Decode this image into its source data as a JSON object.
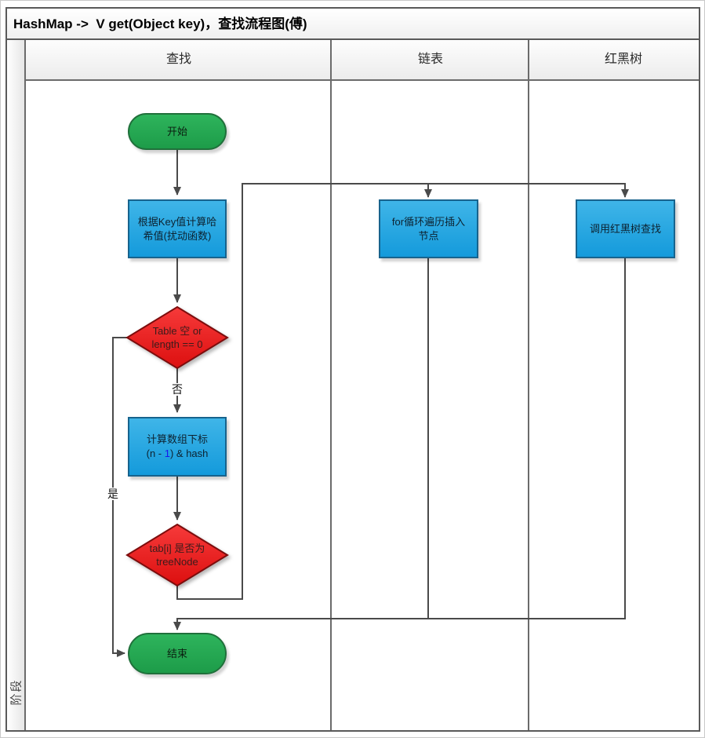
{
  "title": "HashMap ->  V get(Object key)，查找流程图(傅)",
  "pool": {
    "phase_label": "阶段",
    "lanes": [
      {
        "label": "查找"
      },
      {
        "label": "链表"
      },
      {
        "label": "红黑树"
      }
    ]
  },
  "nodes": {
    "start": {
      "label": "开始"
    },
    "hash_calc": {
      "line1": "根据Key值计算哈",
      "line2": "希值(扰动函数)"
    },
    "table_check": {
      "line1": "Table 空 or",
      "line2": "length == 0"
    },
    "index_calc": {
      "line1": "计算数组下标",
      "line2_pre": "(n - ",
      "line2_num": "1",
      "line2_post": ") & hash"
    },
    "treenode_check": {
      "line1": "tab[i] 是否为",
      "line2": "treeNode"
    },
    "end": {
      "label": "结束"
    },
    "linked_list_loop": {
      "line1": "for循环遍历插入",
      "line2": "节点"
    },
    "rbtree_search": {
      "label": "调用红黑树查找"
    }
  },
  "edge_labels": {
    "no": "否",
    "yes": "是"
  },
  "colors": {
    "process_fill": "#1ea2de",
    "decision_fill": "#ec1414",
    "terminal_fill": "#21a74f",
    "connector": "#4a4a4a",
    "highlight_number": "#1717ee"
  }
}
